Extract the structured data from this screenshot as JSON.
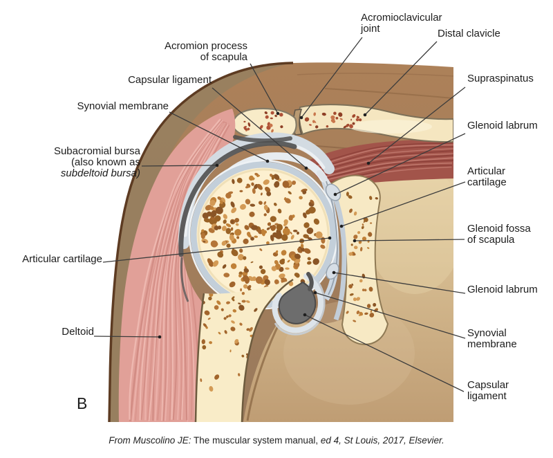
{
  "figure": {
    "panel_letter": "B",
    "caption": {
      "source_italic": "From Muscolino JE:",
      "title_regular": " The muscular system manual, ",
      "edition_italic": "ed 4, St Louis, 2017, Elsevier."
    }
  },
  "labels": {
    "acromion_process": {
      "line1": "Acromion process",
      "line2": "of scapula"
    },
    "acromioclavicular_joint": {
      "line1": "Acromioclavicular",
      "line2": "joint"
    },
    "distal_clavicle": {
      "text": "Distal clavicle"
    },
    "capsular_ligament_left": {
      "text": "Capsular ligament"
    },
    "synovial_membrane_left": {
      "text": "Synovial membrane"
    },
    "subacromial_bursa": {
      "line1": "Subacromial bursa",
      "line2": "(also known as",
      "line3_italic": "subdeltoid bursa)"
    },
    "articular_cartilage_left": {
      "text": "Articular cartilage"
    },
    "deltoid": {
      "text": "Deltoid"
    },
    "supraspinatus": {
      "text": "Supraspinatus"
    },
    "glenoid_labrum_upper": {
      "text": "Glenoid labrum"
    },
    "articular_cartilage_right": {
      "line1": "Articular",
      "line2": "cartilage"
    },
    "glenoid_fossa": {
      "line1": "Glenoid fossa",
      "line2": "of scapula"
    },
    "glenoid_labrum_lower": {
      "text": "Glenoid labrum"
    },
    "synovial_membrane_right": {
      "line1": "Synovial",
      "line2": "membrane"
    },
    "capsular_ligament_right": {
      "line1": "Capsular",
      "line2": "ligament"
    }
  },
  "colors": {
    "skin_brown": "#a8805a",
    "skin_edge": "#5d3b22",
    "deltoid_pink": "#e1a098",
    "supraspinatus_red": "#a2544a",
    "bone_cream": "#fdf0d0",
    "trabeculae_orange": "#c08138",
    "cartilage_blue_gray": "#c3cfda",
    "capsule_light": "#e7ecf0",
    "bursa_dark": "#555555",
    "armpit_tan": "#c6a87e",
    "leader_line": "#3c3c3c",
    "label_text": "#1c1c1c"
  }
}
